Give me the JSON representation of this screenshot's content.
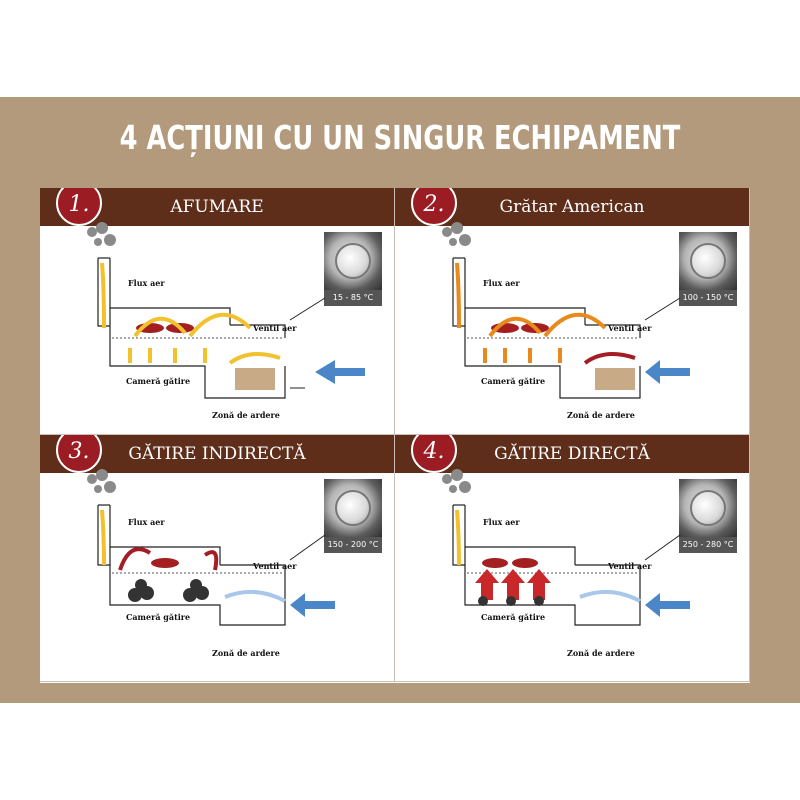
{
  "title": "4 ACȚIUNI CU UN SINGUR ECHIPAMENT",
  "labels": {
    "flux": "Flux aer",
    "ventil": "Ventil aer",
    "camera": "Cameră gătire",
    "zona": "Zonă de ardere"
  },
  "panels": [
    {
      "number": "1.",
      "title": "AFUMARE",
      "temp": "15 - 85 °C"
    },
    {
      "number": "2.",
      "title": "Grătar American",
      "temp": "100 - 150 °C"
    },
    {
      "number": "3.",
      "title": "GĂTIRE INDIRECTĂ",
      "temp": "150 - 200 °C"
    },
    {
      "number": "4.",
      "title": "GĂTIRE DIRECTĂ",
      "temp": "250 - 280 °C"
    }
  ],
  "colors": {
    "header": "#5e2e1b",
    "badge": "#9b1c22",
    "background": "#b49a7c",
    "airflow_blue": "#4a86c8",
    "flow_yellow": "#f2c12e",
    "flow_orange": "#e88a1c",
    "flow_red": "#a51d24"
  }
}
